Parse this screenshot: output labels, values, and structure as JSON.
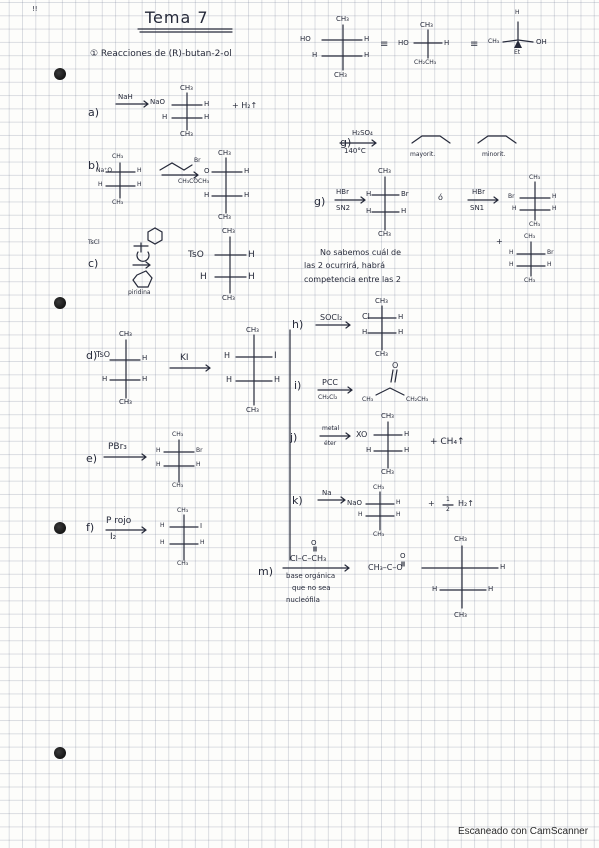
{
  "page": {
    "corner_mark": "!!",
    "title": "Tema 7",
    "heading": "① Reacciones de (R)-butan-2-ol",
    "watermark": "Escaneado con CamScanner"
  },
  "top": {
    "fp1": {
      "top": "CH₃",
      "left": "HO",
      "right": "H",
      "bl": "H",
      "br": "H",
      "bottom": "CH₃"
    },
    "fp2": {
      "top": "CH₃",
      "left": "HO",
      "right": "H",
      "bottom": "CH₂CH₃"
    },
    "equiv": "≡",
    "wedge": {
      "top": "H",
      "left": "CH₃",
      "right": "OH",
      "bottom": "Et"
    }
  },
  "a": {
    "label": "a)",
    "reagent": "NaH",
    "fp": {
      "top": "CH₃",
      "left": "NaO",
      "right": "H",
      "bl": "H",
      "br": "H",
      "bottom": "CH₃"
    },
    "byproduct": "+ H₂↑"
  },
  "b": {
    "label": "b)",
    "reagent": "Br",
    "conditions": "CH₃COCH₃",
    "fp_left": {
      "top": "CH₃",
      "left": "Na⁺O",
      "right": "H",
      "bl": "H",
      "br": "H",
      "bottom": "CH₃"
    },
    "fp": {
      "top": "CH₃",
      "left": "O",
      "right": "H",
      "bl": "H",
      "br": "H",
      "bottom": "CH₃"
    }
  },
  "c": {
    "label": "c)",
    "reagent": "TsCl",
    "base": "piridina",
    "fp": {
      "top": "CH₃",
      "left": "TsO",
      "right": "H",
      "bl": "H",
      "br": "H",
      "bottom": "CH₃"
    }
  },
  "d": {
    "label": "d)",
    "reagent": "KI",
    "fp_left": {
      "top": "CH₃",
      "left": "TsO",
      "right": "H",
      "bl": "H",
      "br": "H",
      "bottom": "CH₃"
    },
    "fp": {
      "top": "CH₃",
      "left": "H",
      "right": "I",
      "bl": "H",
      "br": "H",
      "bottom": "CH₃"
    }
  },
  "e": {
    "label": "e)",
    "reagent": "PBr₃",
    "fp": {
      "top": "CH₃",
      "left": "H",
      "right": "Br",
      "bl": "H",
      "br": "H",
      "bottom": "CH₃"
    }
  },
  "f": {
    "label": "f)",
    "reagent": "P rojo",
    "reagent2": "I₂",
    "fp": {
      "top": "CH₃",
      "left": "H",
      "right": "I",
      "bl": "H",
      "br": "H",
      "bottom": "CH₃"
    }
  },
  "g": {
    "label": "g)",
    "reagent": "H₂SO₄",
    "conditions": "140°C",
    "prod1": "mayorit.",
    "prod2": "minorit."
  },
  "g2": {
    "label": "g)",
    "reagent": "HBr",
    "conditions": "SN2",
    "or": "ó",
    "reagent_b": "HBr",
    "conditions_b": "SN1",
    "fp": {
      "top": "CH₃",
      "left": "H",
      "right": "Br",
      "bl": "H",
      "br": "H",
      "bottom": "CH₃"
    },
    "fp_b": {
      "top": "CH₃",
      "left": "Br",
      "right": "H",
      "bl": "H",
      "br": "H",
      "bottom": "CH₃"
    },
    "fp_c": {
      "top": "CH₃",
      "left": "H",
      "right": "Br",
      "bl": "H",
      "br": "H",
      "bottom": "CH₃"
    },
    "plus": "+",
    "note": [
      "No sabemos cuál de",
      "las 2 ocurrirá, habrá",
      "competencia entre las 2"
    ]
  },
  "h": {
    "label": "h)",
    "reagent": "SOCl₂",
    "fp": {
      "top": "CH₃",
      "left": "Cl",
      "right": "H",
      "bl": "H",
      "br": "H",
      "bottom": "CH₃"
    }
  },
  "i": {
    "label": "i)",
    "reagent": "PCC",
    "solvent": "CH₂Cl₂",
    "left": "CH₃",
    "right": "CH₂CH₃",
    "oxygen": "O"
  },
  "j": {
    "label": "j)",
    "reagent": "metal",
    "solvent": "éter",
    "fp": {
      "top": "CH₃",
      "left": "XO",
      "right": "H",
      "bl": "H",
      "br": "H",
      "bottom": "CH₃"
    },
    "byproduct": "+ CH₄↑"
  },
  "k": {
    "label": "k)",
    "reagent": "Na",
    "fp": {
      "top": "CH₃",
      "left": "NaO",
      "right": "H",
      "bl": "H",
      "br": "H",
      "bottom": "CH₃"
    },
    "byproduct": "+ ½ H₂↑",
    "half_num": "1",
    "half_den": "2",
    "h2": "H₂↑"
  },
  "m": {
    "label": "m)",
    "reagent": "Cl–C–CH₃",
    "oxygen": "O",
    "base": [
      "base orgánica",
      "que no sea",
      "nucleófila"
    ],
    "ester": "CH₃–C–O",
    "fp": {
      "top": "CH₃",
      "right": "H",
      "bl": "H",
      "br": "H",
      "bottom": "CH₃"
    }
  }
}
